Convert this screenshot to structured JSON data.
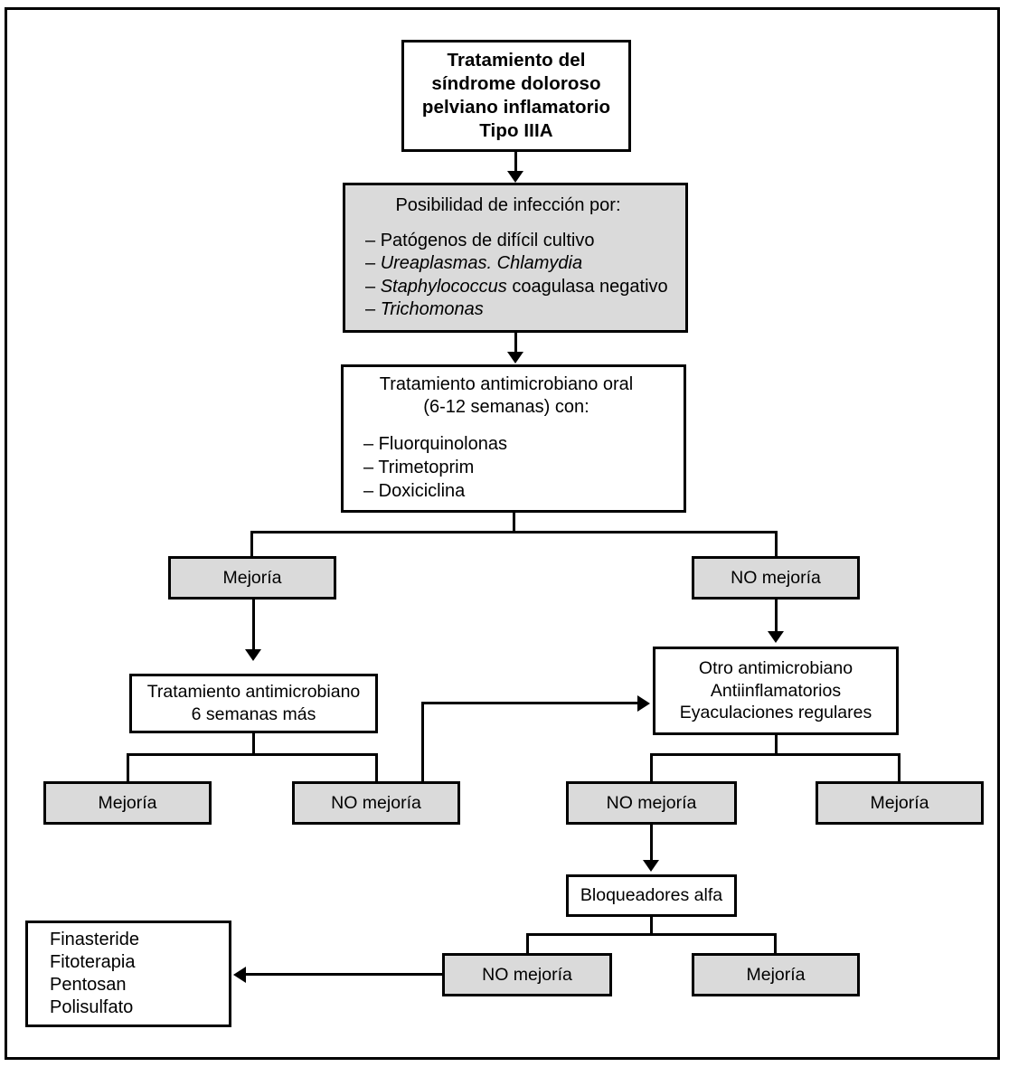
{
  "figure": {
    "type": "flowchart",
    "language": "es",
    "fill_gray": "#dadada",
    "stroke": "#000000",
    "background": "#ffffff"
  },
  "nodes": {
    "title": {
      "line1": "Tratamiento del",
      "line2": "síndrome doloroso",
      "line3": "pelviano inflamatorio",
      "line4": "Tipo IIIA"
    },
    "infection": {
      "heading": "Posibilidad de infección por:",
      "items": [
        {
          "dash": "–",
          "pre": "",
          "italic": "",
          "post": "Patógenos de difícil cultivo"
        },
        {
          "dash": "–",
          "pre": "",
          "italic": "Ureaplasmas. Chlamydia",
          "post": ""
        },
        {
          "dash": "–",
          "pre": "",
          "italic": "Staphylococcus",
          "post": " coagulasa negativo"
        },
        {
          "dash": "–",
          "pre": "",
          "italic": "Trichomonas",
          "post": ""
        }
      ]
    },
    "oral_treatment": {
      "heading_line1": "Tratamiento antimicrobiano oral",
      "heading_line2": "(6-12 semanas) con:",
      "items": [
        "– Fluorquinolonas",
        "– Trimetoprim",
        "– Doxiciclina"
      ]
    },
    "outcome_1_improve": {
      "label": "Mejoría"
    },
    "outcome_1_no_improve": {
      "label": "NO mejoría"
    },
    "six_more_weeks": {
      "line1": "Tratamiento antimicrobiano",
      "line2": "6 semanas más"
    },
    "other_antimicrobial": {
      "line1": "Otro antimicrobiano",
      "line2": "Antiinflamatorios",
      "line3": "Eyaculaciones regulares"
    },
    "outcome_2a_improve": {
      "label": "Mejoría"
    },
    "outcome_2a_no_improve": {
      "label": "NO mejoría"
    },
    "outcome_2b_no_improve": {
      "label": "NO mejoría"
    },
    "outcome_2b_improve": {
      "label": "Mejoría"
    },
    "alpha_blockers": {
      "label": "Bloqueadores alfa"
    },
    "outcome_3_no_improve": {
      "label": "NO mejoría"
    },
    "outcome_3_improve": {
      "label": "Mejoría"
    },
    "final_options": {
      "items": [
        "Finasteride",
        "Fitoterapia",
        "Pentosan",
        "Polisulfato"
      ]
    }
  }
}
